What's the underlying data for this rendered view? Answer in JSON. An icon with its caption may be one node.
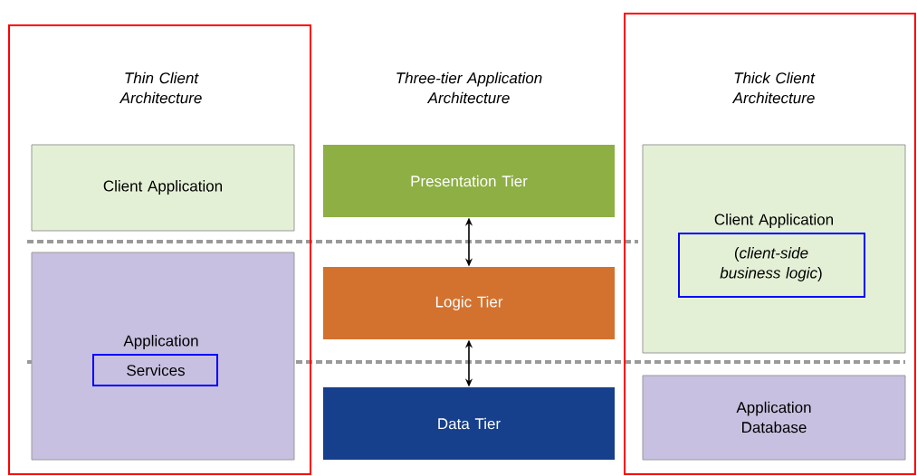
{
  "diagram": {
    "nodes": [
      {
        "text": [
          "Thin Client Architecture"
        ]
      },
      {
        "text": [
          "Client Application"
        ],
        "in": 0
      },
      {
        "text": [
          "Application"
        ],
        "in": 0
      },
      {
        "text": [
          "Services"
        ],
        "in": 2
      },
      {
        "text": [
          "Presentation Tier"
        ]
      },
      {
        "text": [
          "Logic Tier"
        ]
      },
      {
        "text": [
          "Data Tier"
        ]
      },
      {
        "text": [
          "Thick Client Architecture"
        ]
      },
      {
        "text": [
          "Client Application"
        ],
        "in": 7
      },
      {
        "text": [
          "(*client-side business logic*)"
        ],
        "in": 8
      },
      {
        "text": [
          "Application Database"
        ],
        "in": 7
      }
    ],
    "edges": [
      {
        "from": 4,
        "to": 5,
        "arrow": "both"
      },
      {
        "from": 5,
        "to": 6,
        "arrow": "both"
      }
    ],
    "labels": [
      "Three-tier Application Architecture"
    ]
  }
}
